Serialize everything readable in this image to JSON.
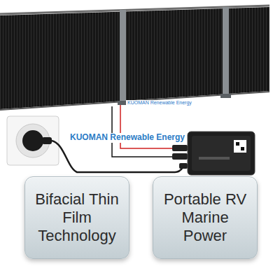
{
  "diagram": {
    "nodes": [
      {
        "text": [
          "Bifacial Thin Film Technology"
        ]
      },
      {
        "text": [
          "Portable RV Marine Power"
        ]
      }
    ],
    "labels": [
      "KUOMAN Renewable Energy",
      "KUOMAN Renewable Energy"
    ]
  }
}
